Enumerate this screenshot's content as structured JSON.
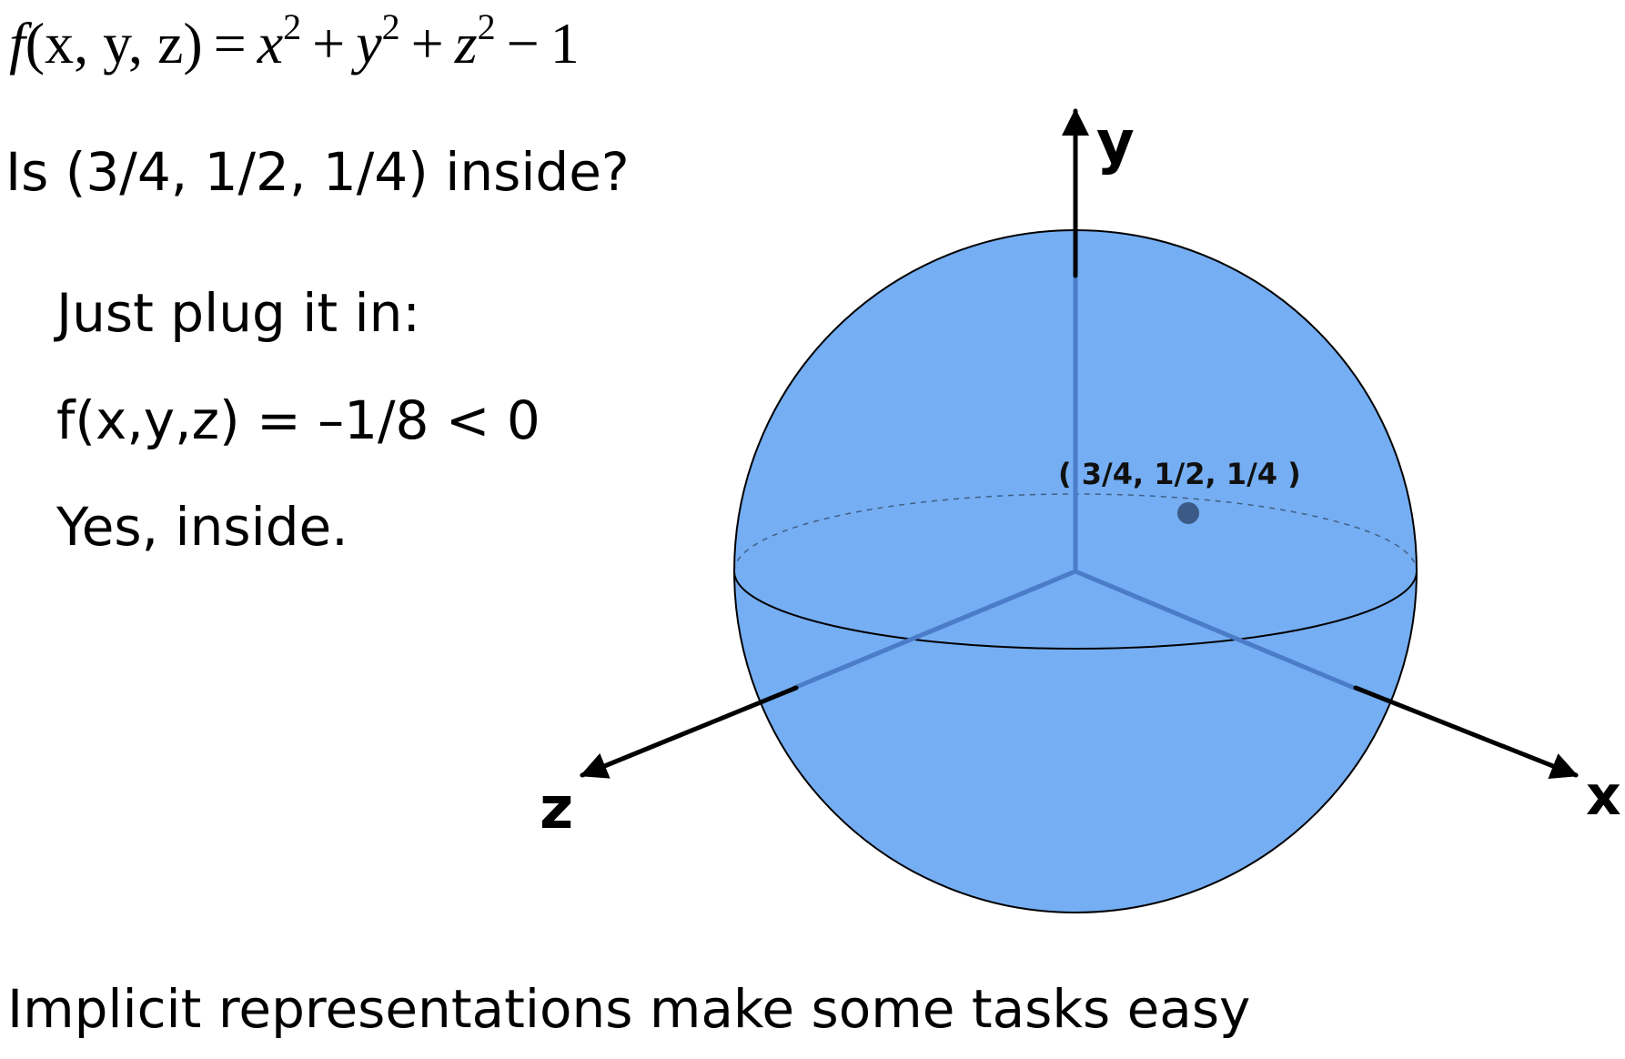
{
  "formula": {
    "lhs_fn": "f",
    "lhs_args": "(x, y, z)",
    "equals": "=",
    "t1_base": "x",
    "t1_exp": "2",
    "plus1": "+",
    "t2_base": "y",
    "t2_exp": "2",
    "plus2": "+",
    "t3_base": "z",
    "t3_exp": "2",
    "minus": "−",
    "constant": "1"
  },
  "question": "Is (3/4, 1/2, 1/4) inside?",
  "steps": [
    "Just plug it in:",
    "f(x,y,z) = –1/8 < 0",
    "Yes, inside."
  ],
  "caption": "Implicit representations make some tasks easy",
  "diagram": {
    "axes": {
      "x_label": "x",
      "y_label": "y",
      "z_label": "z"
    },
    "point_label": "( 3/4, 1/2, 1/4 )",
    "colors": {
      "sphere_fill": "#75AEF3",
      "sphere_outline": "#000000",
      "inner_axis": "#4B7CC8",
      "point": "#3C5A86",
      "axis": "#000000"
    }
  }
}
